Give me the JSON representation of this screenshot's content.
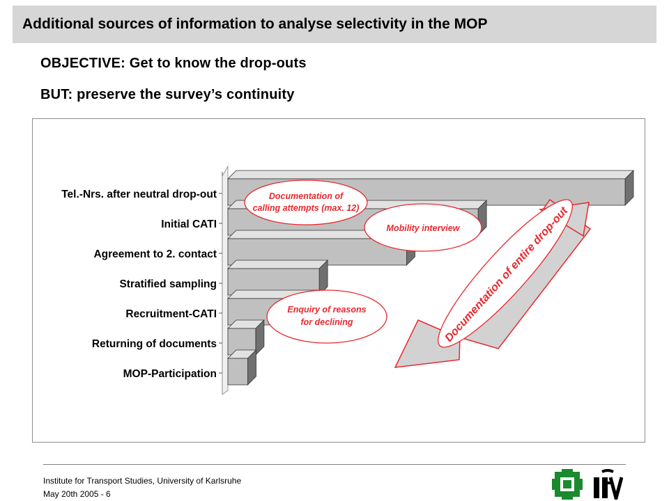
{
  "slide": {
    "title": "Additional sources of information to analyse selectivity in the MOP",
    "objective": "OBJECTIVE: Get to know the drop-outs",
    "but": "BUT: preserve the survey’s continuity"
  },
  "chart_data": {
    "type": "bar",
    "orientation": "horizontal",
    "categories": [
      "Tel.-Nrs. after neutral drop-out",
      "Initial CATI",
      "Agreement to 2. contact",
      "Stratified sampling",
      "Recruitment-CATI",
      "Returning of documents",
      "MOP-Participation"
    ],
    "values": [
      100,
      63,
      45,
      23,
      21,
      7,
      5
    ],
    "value_axis_labels": "none",
    "annotations": [
      "Documentation of calling attempts (max. 12)",
      "Mobility interview",
      "Enquiry of reasons for declining",
      "Documentation of entire drop-out"
    ],
    "colors": {
      "bar_face": "#c0c0c0",
      "bar_top": "#e2e2e2",
      "bar_side": "#707070",
      "annotation_border": "#e8282d",
      "annotation_text": "#e8282d",
      "arrow_fill": "#d2d2d2"
    }
  },
  "ellipses": {
    "calling": [
      "Documentation of",
      "calling attempts (max. 12)"
    ],
    "mobility": "Mobility interview",
    "enquiry": [
      "Enquiry of reasons",
      "for declining"
    ],
    "dropout": "Documentation of entire drop-out"
  },
  "footer": {
    "institute": "Institute for Transport Studies, University of Karlsruhe",
    "date": "May 20th 2005  - 6"
  },
  "logos": {
    "left": "university-logo",
    "right": "ifv-logo"
  }
}
